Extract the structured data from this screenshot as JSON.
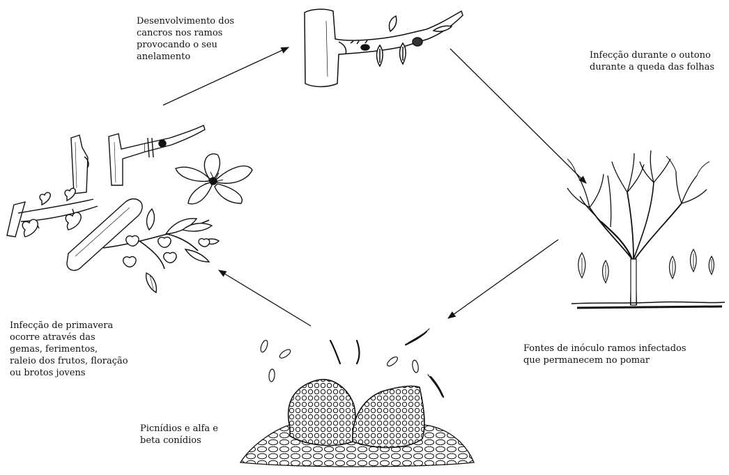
{
  "labels": {
    "top": [
      "Desenvolvimento dos",
      "cancros nos ramos",
      "provocando o seu",
      "anelamento"
    ],
    "right": [
      "Infecção durante o outono",
      "durante a queda das folhas"
    ],
    "left": [
      "Infecção de primavera",
      "ocorre através das",
      "gemas,  ferimentos,",
      "raleio dos  frutos, floração",
      "ou brotos jovens"
    ],
    "bottom_right": [
      "Fontes de inóculo ramos infectados",
      "que permanecem no pomar"
    ],
    "bottom": [
      "Picnídios e alfa e",
      "beta conídios"
    ]
  },
  "colors": {
    "ink": "#111111",
    "background": "#ffffff"
  },
  "icons": [
    "branch-canker-icon",
    "bare-tree-icon",
    "pycnidia-spores-icon",
    "infected-twigs-leaves-icon",
    "blossom-icon"
  ]
}
